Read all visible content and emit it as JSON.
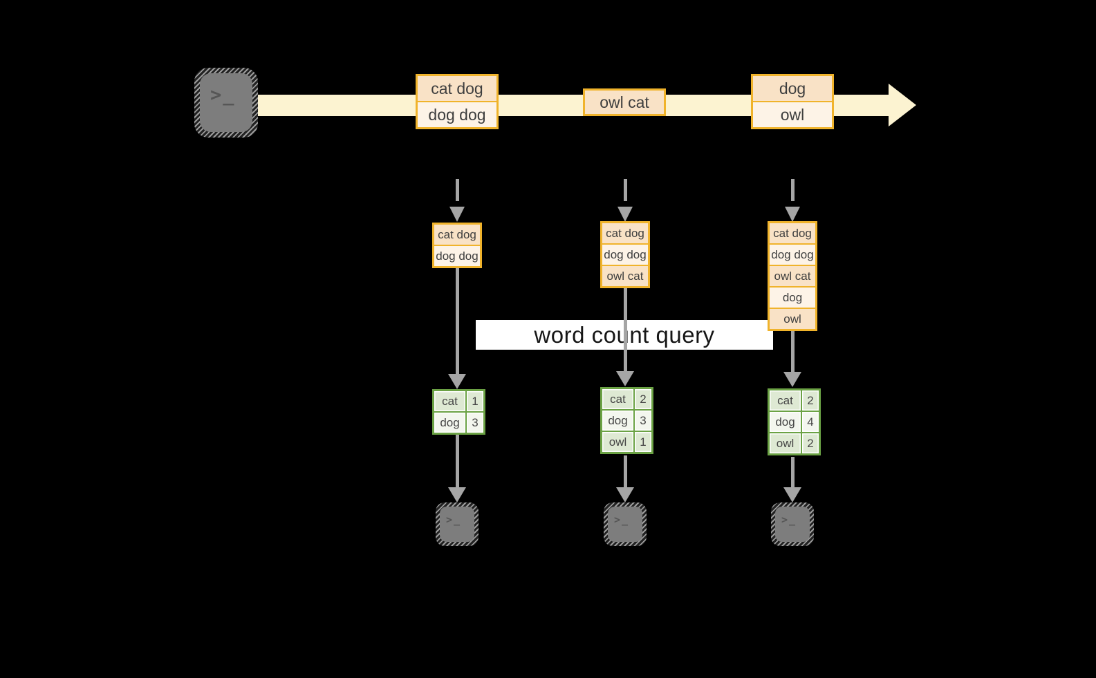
{
  "query": {
    "label": "word count query"
  },
  "stream": {
    "events": [
      [
        "cat dog",
        "dog dog"
      ],
      [
        "owl cat"
      ],
      [
        "dog",
        "owl"
      ]
    ]
  },
  "batches": [
    [
      "cat dog",
      "dog dog"
    ],
    [
      "cat dog",
      "dog dog",
      "owl cat"
    ],
    [
      "cat dog",
      "dog dog",
      "owl cat",
      "dog",
      "owl"
    ]
  ],
  "counts": [
    {
      "rows": [
        [
          "cat",
          "1"
        ],
        [
          "dog",
          "3"
        ]
      ]
    },
    {
      "rows": [
        [
          "cat",
          "2"
        ],
        [
          "dog",
          "3"
        ],
        [
          "owl",
          "1"
        ]
      ]
    },
    {
      "rows": [
        [
          "cat",
          "2"
        ],
        [
          "dog",
          "4"
        ],
        [
          "owl",
          "2"
        ]
      ]
    }
  ],
  "terminal": {
    "glyph": ">_"
  },
  "colors": {
    "background": "#000000",
    "stream_band": "#fcf3d1",
    "box_border": "#f0b32b",
    "cell_dark": "#f9e2c6",
    "cell_light": "#fdf3e7",
    "table_border": "#6ba244",
    "table_row_green": "#dee9d3",
    "table_row_white": "#f3f6ee",
    "arrow_gray": "#a5a5a5",
    "label_bg": "#ffffff",
    "terminal_gray": "#7d7d7d"
  }
}
